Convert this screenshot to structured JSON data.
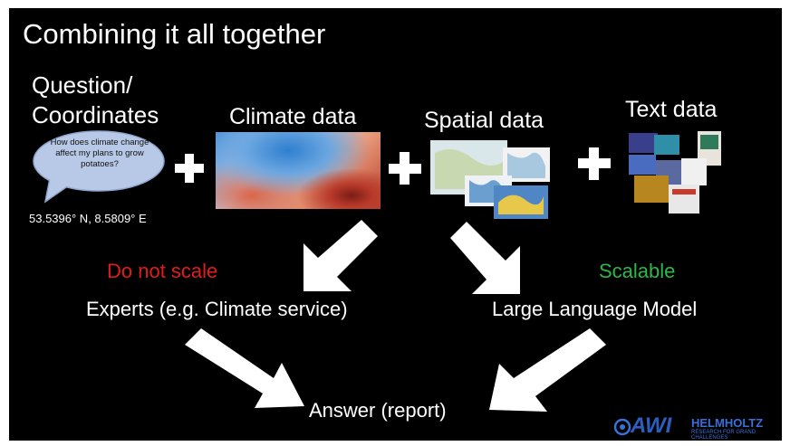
{
  "slide": {
    "title": "Combining it all together",
    "question_line1": "Question/",
    "question_line2": "Coordinates",
    "bubble_text": "How does climate change affect my plans to grow potatoes?",
    "coordinates": "53.5396° N, 8.5809° E",
    "climate_label": "Climate data",
    "spatial_label": "Spatial data",
    "text_label": "Text data",
    "do_not_scale": "Do not scale",
    "scalable": "Scalable",
    "experts": "Experts (e.g. Climate service)",
    "llm": "Large Language Model",
    "answer": "Answer (report)",
    "logo_helmholtz": "HELMHOLTZ",
    "logo_helmholtz_sub": "RESEARCH FOR GRAND CHALLENGES",
    "logo_awi": "AWI"
  },
  "colors": {
    "background": "#000000",
    "text": "#ffffff",
    "do_not_scale": "#e31b1b",
    "scalable": "#2db84a",
    "bubble": "#b8c9e8",
    "logo": "#3a6fd8"
  }
}
